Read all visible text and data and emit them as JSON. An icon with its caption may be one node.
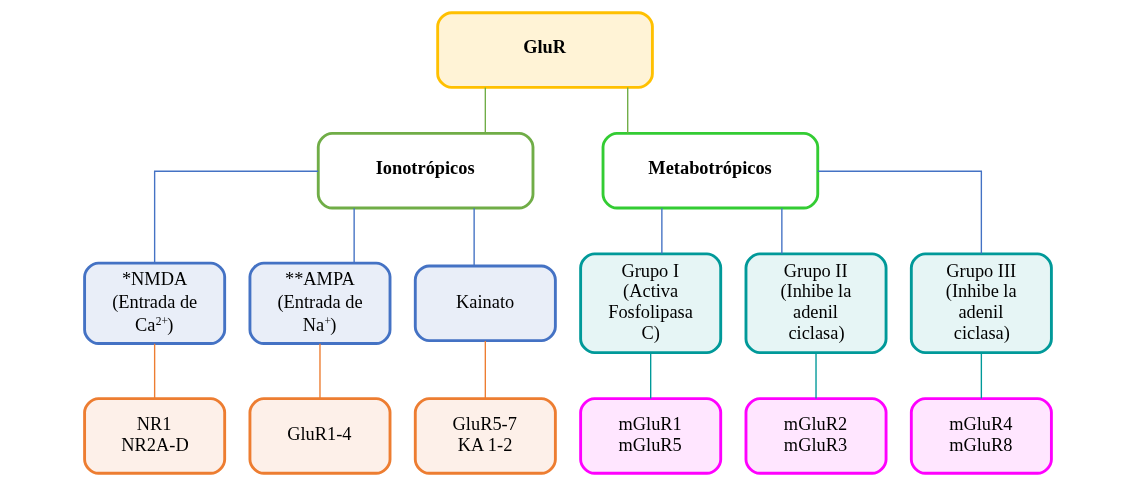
{
  "diagram": {
    "nodes": [
      {
        "text": [
          "GluR"
        ]
      },
      {
        "text": [
          "Ionotrópicos"
        ]
      },
      {
        "text": [
          "Metabotrópicos"
        ]
      },
      {
        "text": [
          "*NMDA (Entrada de Ca$^{2+}$)"
        ]
      },
      {
        "text": [
          "**AMPA (Entrada de Na$^{+}$)"
        ]
      },
      {
        "text": [
          "Kainato"
        ]
      },
      {
        "text": [
          "Grupo I (Activa Fosfolipasa C)"
        ]
      },
      {
        "text": [
          "Grupo II (Inhibe la adenil ciclasa)"
        ]
      },
      {
        "text": [
          "Grupo III (Inhibe la adenil ciclasa)"
        ]
      },
      {
        "text": [
          "NR1",
          "NR2A-D"
        ]
      },
      {
        "text": [
          "GluR1-4"
        ]
      },
      {
        "text": [
          "GluR5-7",
          "KA 1-2"
        ]
      },
      {
        "text": [
          "mGluR1",
          "mGluR5"
        ]
      },
      {
        "text": [
          "mGluR2",
          "mGluR3"
        ]
      },
      {
        "text": [
          "mGluR4",
          "mGluR8"
        ]
      }
    ],
    "edges": [
      {
        "from": 0,
        "to": 1,
        "arrow": "none",
        "color": "#70ad47"
      },
      {
        "from": 0,
        "to": 2,
        "arrow": "none",
        "color": "#70ad47"
      },
      {
        "from": 1,
        "to": 3,
        "arrow": "none",
        "color": "#4472c4"
      },
      {
        "from": 1,
        "to": 4,
        "arrow": "none",
        "color": "#4472c4"
      },
      {
        "from": 1,
        "to": 5,
        "arrow": "none",
        "color": "#4472c4"
      },
      {
        "from": 2,
        "to": 6,
        "arrow": "none",
        "color": "#4472c4"
      },
      {
        "from": 2,
        "to": 7,
        "arrow": "none",
        "color": "#4472c4"
      },
      {
        "from": 2,
        "to": 8,
        "arrow": "none",
        "color": "#4472c4"
      },
      {
        "from": 3,
        "to": 9,
        "arrow": "none",
        "color": "#ed7d31"
      },
      {
        "from": 4,
        "to": 10,
        "arrow": "none",
        "color": "#ed7d31"
      },
      {
        "from": 5,
        "to": 11,
        "arrow": "none",
        "color": "#ed7d31"
      },
      {
        "from": 6,
        "to": 12,
        "arrow": "none",
        "color": "#009999"
      },
      {
        "from": 7,
        "to": 13,
        "arrow": "none",
        "color": "#009999"
      },
      {
        "from": 8,
        "to": 14,
        "arrow": "none",
        "color": "#009999"
      }
    ]
  }
}
